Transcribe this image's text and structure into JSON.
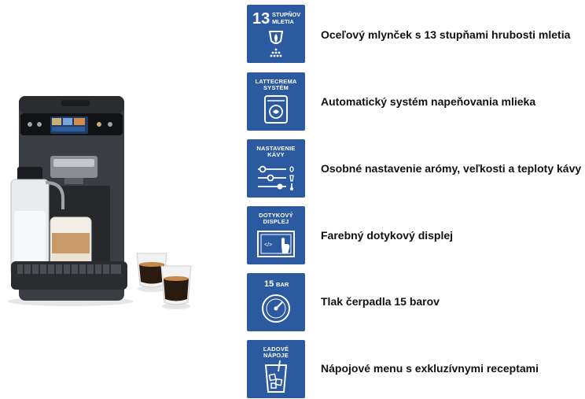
{
  "colors": {
    "tile_bg": "#2c5aa0",
    "text": "#111111"
  },
  "product": {
    "icon": "coffee-machine-with-milk-carafe-and-two-espresso-cups"
  },
  "features": [
    {
      "icon": "grinder-icon",
      "badge_number": "13",
      "badge_line1": "STUPŇOV",
      "badge_line2": "MLETIA",
      "text": "Oceľový mlynček s 13 stupňami hrubosti mletia"
    },
    {
      "icon": "milk-frother-icon",
      "badge_line1": "LATTECREMA",
      "badge_line2": "SYSTÉM",
      "text": "Automatický systém napeňovania mlieka"
    },
    {
      "icon": "sliders-icon",
      "badge_line1": "NASTAVENIE",
      "badge_line2": "KÁVY",
      "text": "Osobné nastavenie arómy, veľkosti a teploty kávy"
    },
    {
      "icon": "touch-display-icon",
      "badge_line1": "DOTYKOVÝ",
      "badge_line2": "DISPLEJ",
      "text": "Farebný dotykový displej"
    },
    {
      "icon": "pressure-gauge-icon",
      "badge_number": "15",
      "badge_line1": "BAR",
      "text": "Tlak čerpadla 15 barov"
    },
    {
      "icon": "iced-drink-icon",
      "badge_line1": "ĽADOVÉ",
      "badge_line2": "NÁPOJE",
      "text": "Nápojové menu s exkluzívnymi receptami"
    }
  ]
}
